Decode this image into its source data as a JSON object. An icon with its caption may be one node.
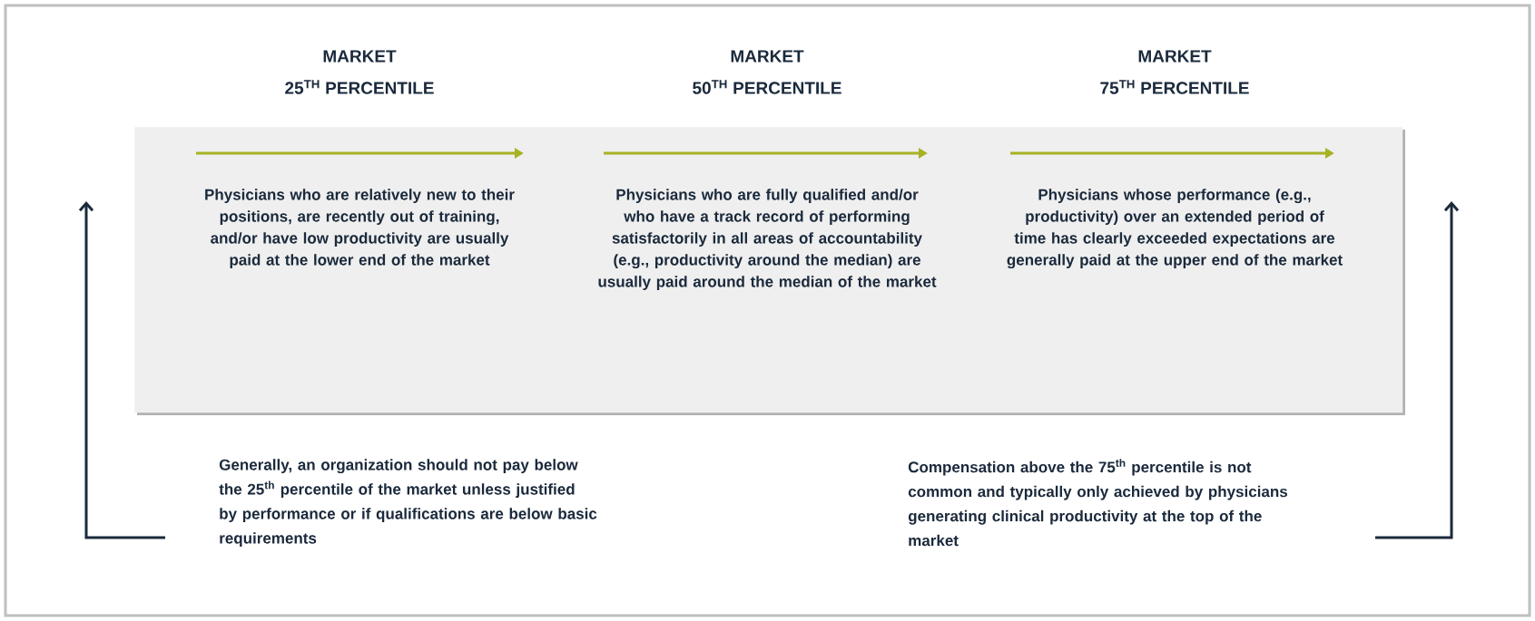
{
  "diagram": {
    "nodes": [
      {
        "text": [
          "Physicians who are relatively new to their positions, are recently out of training, and/or have low productivity are usually paid at the lower end of the market",
          "Physicians who are fully qualified and/or who have a track record of performing satisfactorily in all areas of accountability (e.g., productivity around the median) are usually paid around the median of the market",
          "Physicians whose performance (e.g., productivity) over an extended period of time has clearly exceeded expectations are generally paid at the upper end of the market"
        ]
      },
      {
        "text": [
          "Generally, an organization should not pay below the 25$^{th}$ percentile of the market unless justified by performance or if qualifications are below basic requirements"
        ]
      },
      {
        "text": [
          "Compensation above the 75$^{th}$ percentile is not common and typically only achieved by physicians generating clinical productivity at the top of the market"
        ]
      }
    ],
    "edges": [
      {
        "from": 1,
        "to": null,
        "arrow": "to"
      },
      {
        "from": 2,
        "to": null,
        "arrow": "to"
      }
    ],
    "labels": [
      "MARKET",
      "MARKET",
      "MARKET",
      "25$^{TH}$ PERCENTILE",
      "50$^{TH}$ PERCENTILE",
      "75$^{TH}$ PERCENTILE"
    ]
  }
}
